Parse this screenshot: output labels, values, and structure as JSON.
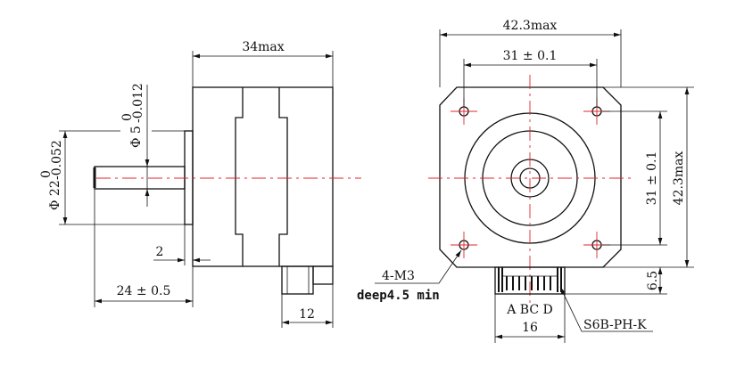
{
  "side_view": {
    "length_label": "34max",
    "shaft_diameter_label": "Φ 5",
    "shaft_diameter_tol_upper": "0",
    "shaft_diameter_tol_lower": "-0.012",
    "boss_diameter_label": "Φ 22",
    "boss_diameter_tol_upper": "0",
    "boss_diameter_tol_lower": "-0.052",
    "boss_height_label": "2",
    "shaft_length_label": "24 ± 0.5",
    "connector_length_label": "12"
  },
  "front_view": {
    "width_label": "42.3max",
    "hole_spacing_h_label": "31 ± 0.1",
    "hole_spacing_v_label": "31 ± 0.1",
    "height_label": "42.3max",
    "connector_height_label": "6.5",
    "connector_width_label": "16",
    "pin_labels": "A  BC  D",
    "connector_part_label": "S6B-PH-K",
    "hole_label": "4-M3",
    "hole_depth_label": "deep4.5 min"
  },
  "colors": {
    "line": "#111111",
    "centerline": "#e0262b"
  }
}
